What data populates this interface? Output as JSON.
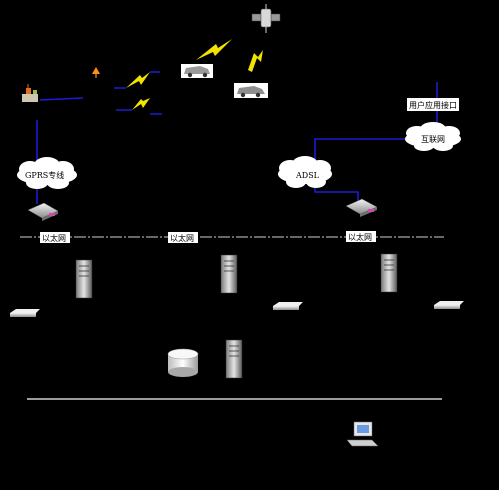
{
  "labels": {
    "gprs": "GPRS专线",
    "adsl": "ADSL",
    "internet": "互联网",
    "user_app": "用户应用接口",
    "ethernet_1": "以太网",
    "ethernet_2": "以太网",
    "ethernet_3": "以太网"
  },
  "colors": {
    "background": "#000000",
    "link_blue": "#1c1cd6",
    "lightning": "#f2e400",
    "cloud": "#ffffff",
    "bus_gray": "#8a8a8a"
  }
}
